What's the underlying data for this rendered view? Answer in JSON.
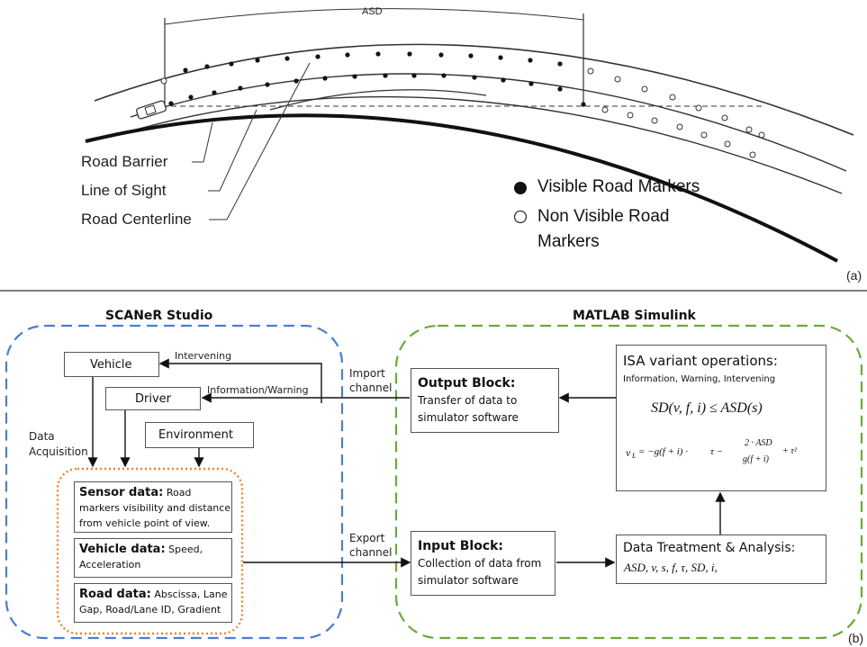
{
  "panel_a": {
    "asd_label": "ASD",
    "labels": [
      "Road Barrier",
      "Line of Sight",
      "Road Centerline"
    ],
    "legend": {
      "visible": "Visible Road Markers",
      "nonvisible_line1": "Non Visible Road",
      "nonvisible_line2": "Markers"
    },
    "tag": "(a)"
  },
  "panel_b": {
    "tag": "(b)",
    "scaner_title": "SCANeR Studio",
    "matlab_title": "MATLAB Simulink",
    "vehicle": "Vehicle",
    "driver": "Driver",
    "environment": "Environment",
    "intervening": "Intervening",
    "info_warning": "Information/Warning",
    "import_channel_1": "Import",
    "import_channel_2": "channel",
    "export_channel_1": "Export",
    "export_channel_2": "channel",
    "data_acq_1": "Data",
    "data_acq_2": "Acquisition",
    "sensor": {
      "head": "Sensor data:",
      "line1": "Road",
      "line2": "markers visibility and distance",
      "line3": "from vehicle point of view."
    },
    "vehdata": {
      "head": "Vehicle data:",
      "line1": "Speed,",
      "line2": "Acceleration"
    },
    "roaddata": {
      "head": "Road data:",
      "line1": "Abscissa, Lane",
      "line2": "Gap, Road/Lane ID, Gradient"
    },
    "output_block": {
      "head": "Output Block:",
      "line1": "Transfer of data to",
      "line2": "simulator software"
    },
    "input_block": {
      "head": "Input Block:",
      "line1": "Collection of data from",
      "line2": "simulator software"
    },
    "isa": {
      "head": "ISA variant operations:",
      "sub": "Information,  Warning,  Intervening",
      "eq1": "SD(v, f, i) ≤ ASD(s)",
      "eq2_lhs": "v",
      "eq2_sub": "L",
      "eq2_rhs": "= −g(f + i) ·",
      "eq2_tau": "τ −",
      "eq2_num": "2 · ASD",
      "eq2_den": "g(f + i)",
      "eq2_tail": "+ τ²"
    },
    "data_treatment": {
      "head": "Data Treatment & Analysis:",
      "line1": "ASD, v, s, f, τ, SD, i,"
    }
  },
  "colors": {
    "scaner_border": "#4a7fd0",
    "matlab_border": "#6aaa3a",
    "inner_dotted": "#f0802a"
  }
}
